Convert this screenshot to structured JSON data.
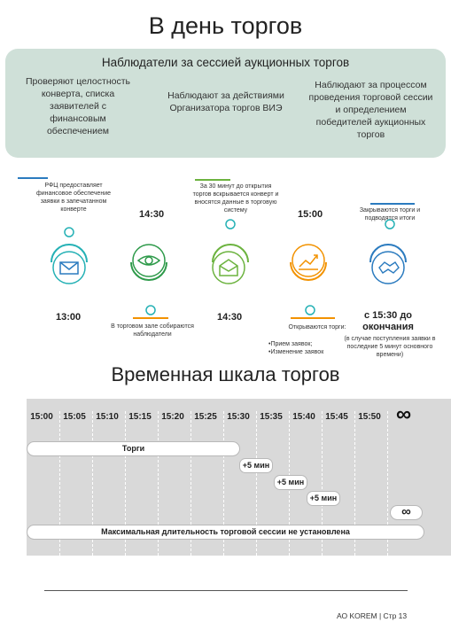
{
  "page": {
    "title": "В день торгов",
    "timeline_title": "Временная шкала торгов",
    "footer": "АО KOREM | Стр 13"
  },
  "observers": {
    "title": "Наблюдатели за сессией аукционных торгов",
    "col1": [
      "Проверяют целостность",
      "конверта, списка",
      "заявителей с",
      "финансовым",
      "обеспечением"
    ],
    "col2": [
      "Наблюдают за действиями",
      "Организатора торгов ВИЭ"
    ],
    "col3": [
      "Наблюдают за процессом",
      "проведения торговой сессии",
      "и определением",
      "победителей аукционных",
      "торгов"
    ]
  },
  "steps": {
    "s1_note": [
      "РФЦ предоставляет",
      "финансовое обеспечение",
      "заявки в запечатанном",
      "конверте"
    ],
    "s1_time": "13:00",
    "s2_time": "14:30",
    "s2_note": [
      "В торговом зале собираются",
      "наблюдатели"
    ],
    "s3_note": [
      "За 30 минут до открытия",
      "торгов вскрывается конверт и",
      "вносятся данные в торговую",
      "систему"
    ],
    "s3_time": "14:30",
    "s4_time": "15:00",
    "s4_note_title": "Открываются торги:",
    "s4_note_items": [
      "•Прием заявок;",
      "•Изменение заявок"
    ],
    "s5_note": [
      "Закрываются торги и",
      "подводятся итоги"
    ],
    "s5_time": [
      "с 15:30 до",
      "окончания"
    ],
    "s5_sub": [
      "(в случае поступления заявки в",
      "последние 5 минут основного",
      "времени)"
    ]
  },
  "colors": {
    "teal": "#25b1b5",
    "green": "#2e9a4a",
    "lime": "#6cb33f",
    "orange": "#f29200",
    "blue": "#2b7bbf",
    "box_bg": "#cfe0d8",
    "gantt_bg": "#d9d9d9"
  },
  "icons": [
    "envelope-icon",
    "eye-icon",
    "open-envelope-icon",
    "rising-chart-icon",
    "handshake-icon",
    "infinity-icon"
  ],
  "schedule": {
    "ticks": [
      "15:00",
      "15:05",
      "15:10",
      "15:15",
      "15:20",
      "15:25",
      "15:30",
      "15:35",
      "15:40",
      "15:45",
      "15:50"
    ],
    "infinity": "∞",
    "bar_torgi": "Торги",
    "ext1": "+5 мин",
    "ext2": "+5 мин",
    "ext3": "+5 мин",
    "max_label": "Максимальная длительность торговой сессии не установлена"
  }
}
